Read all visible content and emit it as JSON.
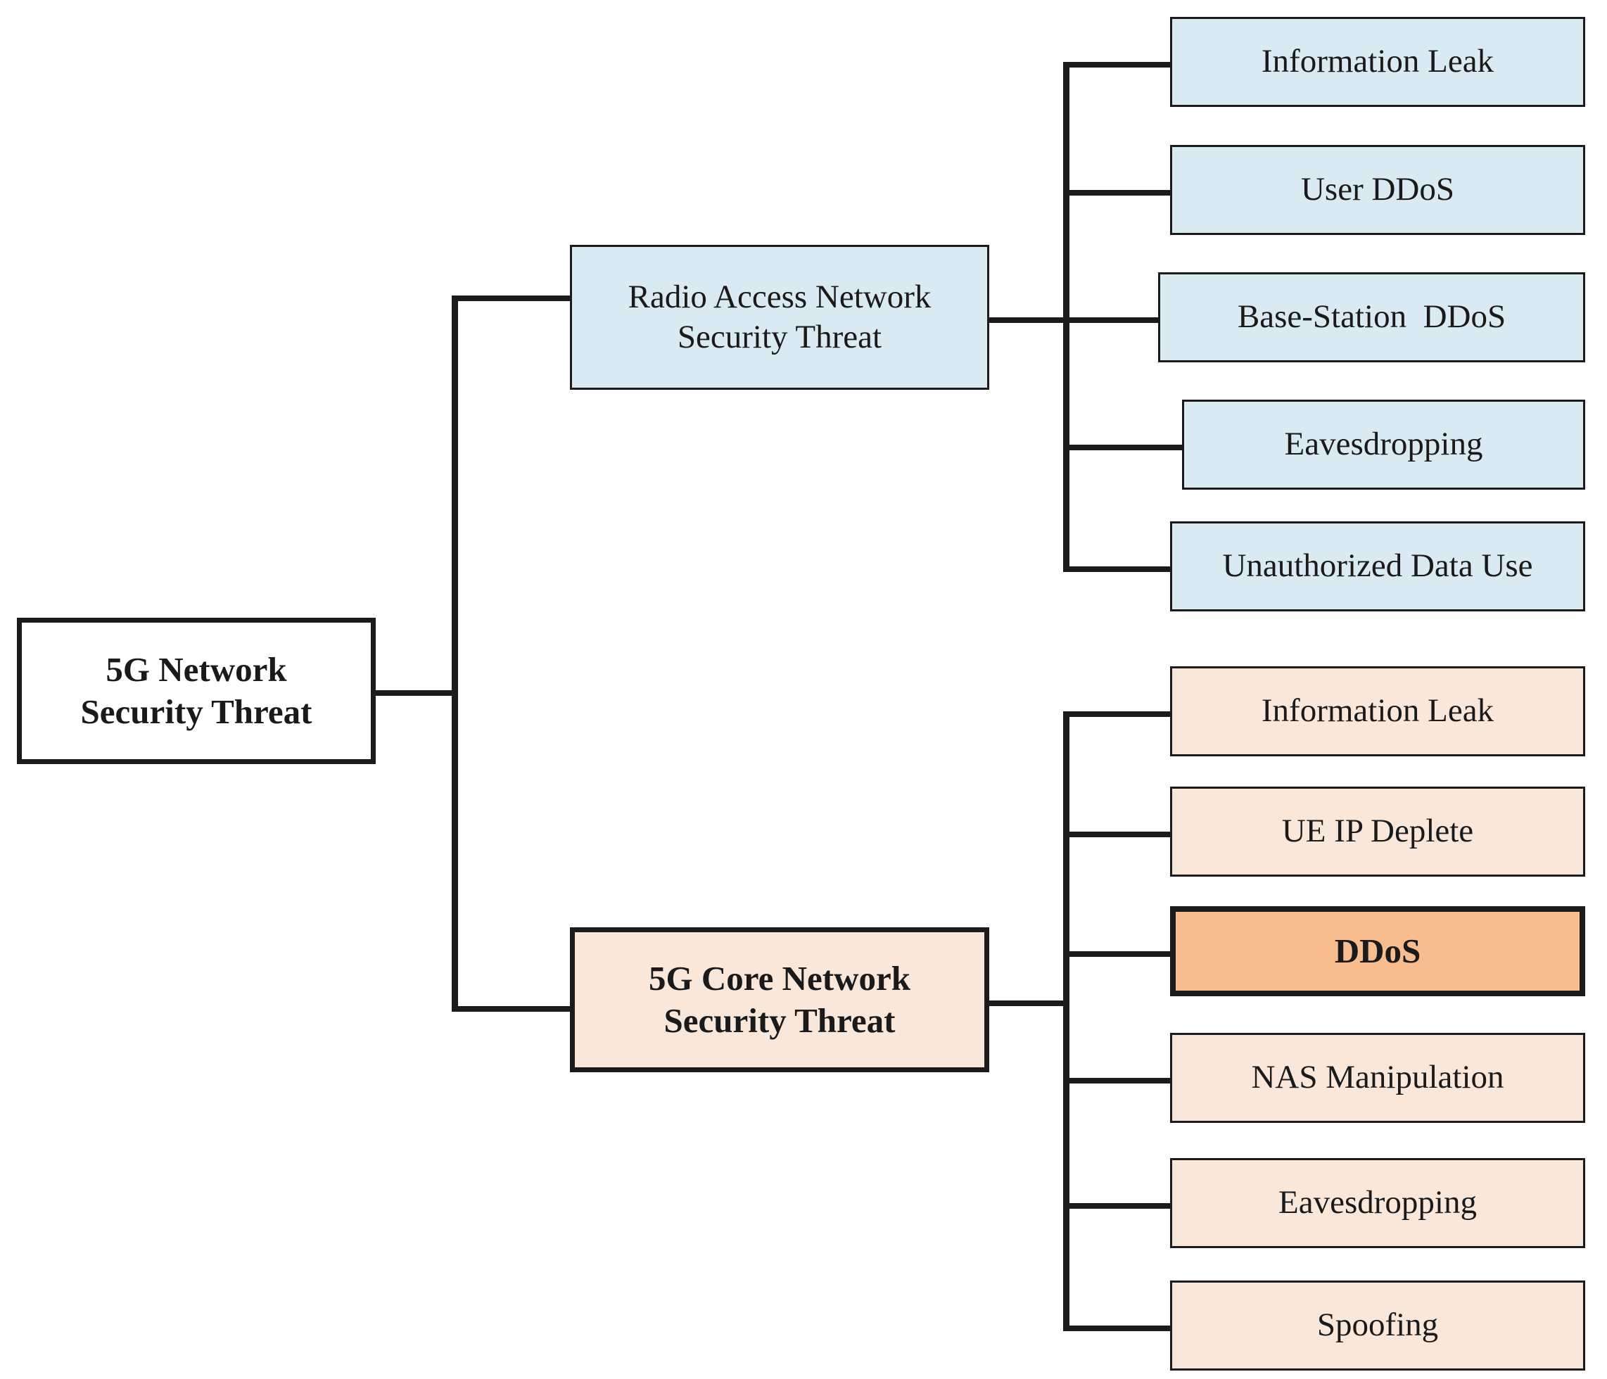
{
  "diagram": {
    "title_node": {
      "label": "5G Network\nSecurity Threat"
    },
    "branches": [
      {
        "id": "ran",
        "label": "Radio Access Network\nSecurity Threat",
        "fill": "#d9eaf2",
        "leaves": [
          {
            "label": "Information Leak",
            "highlight": false
          },
          {
            "label": "User DDoS",
            "highlight": false
          },
          {
            "label": "Base-Station  DDoS",
            "highlight": false
          },
          {
            "label": "Eavesdropping",
            "highlight": false
          },
          {
            "label": "Unauthorized Data Use",
            "highlight": false
          }
        ]
      },
      {
        "id": "core",
        "label": "5G Core Network\nSecurity Threat",
        "fill": "#f9e8da",
        "leaves": [
          {
            "label": "Information Leak",
            "highlight": false
          },
          {
            "label": "UE IP Deplete",
            "highlight": false
          },
          {
            "label": "DDoS",
            "highlight": true
          },
          {
            "label": "NAS Manipulation",
            "highlight": false
          },
          {
            "label": "Eavesdropping",
            "highlight": false
          },
          {
            "label": "Spoofing",
            "highlight": false
          }
        ]
      }
    ],
    "colors": {
      "blue_fill": "#d9eaf2",
      "peach_fill": "#f9e8da",
      "highlight_fill": "#f7bd8e",
      "stroke": "#1d1a1b",
      "background": "#ffffff"
    }
  }
}
